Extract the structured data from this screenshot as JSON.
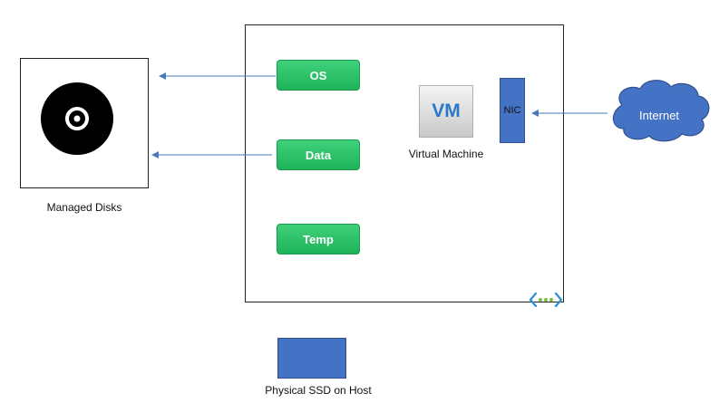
{
  "managed_disks": {
    "caption": "Managed Disks"
  },
  "vm_box": {
    "disks": {
      "os": "OS",
      "data": "Data",
      "temp": "Temp"
    },
    "vm_icon_text": "VM",
    "vm_caption": "Virtual Machine",
    "nic_label": "NIC"
  },
  "internet": {
    "label": "Internet"
  },
  "physical_ssd": {
    "caption": "Physical SSD on Host"
  },
  "colors": {
    "green": "#2bc46a",
    "blue": "#4472c4",
    "arrow": "#4a78b8",
    "cloud": "#4472c4"
  },
  "icons": {
    "disk": "disk-icon",
    "network": "virtual-network-icon",
    "cloud": "cloud-icon"
  }
}
